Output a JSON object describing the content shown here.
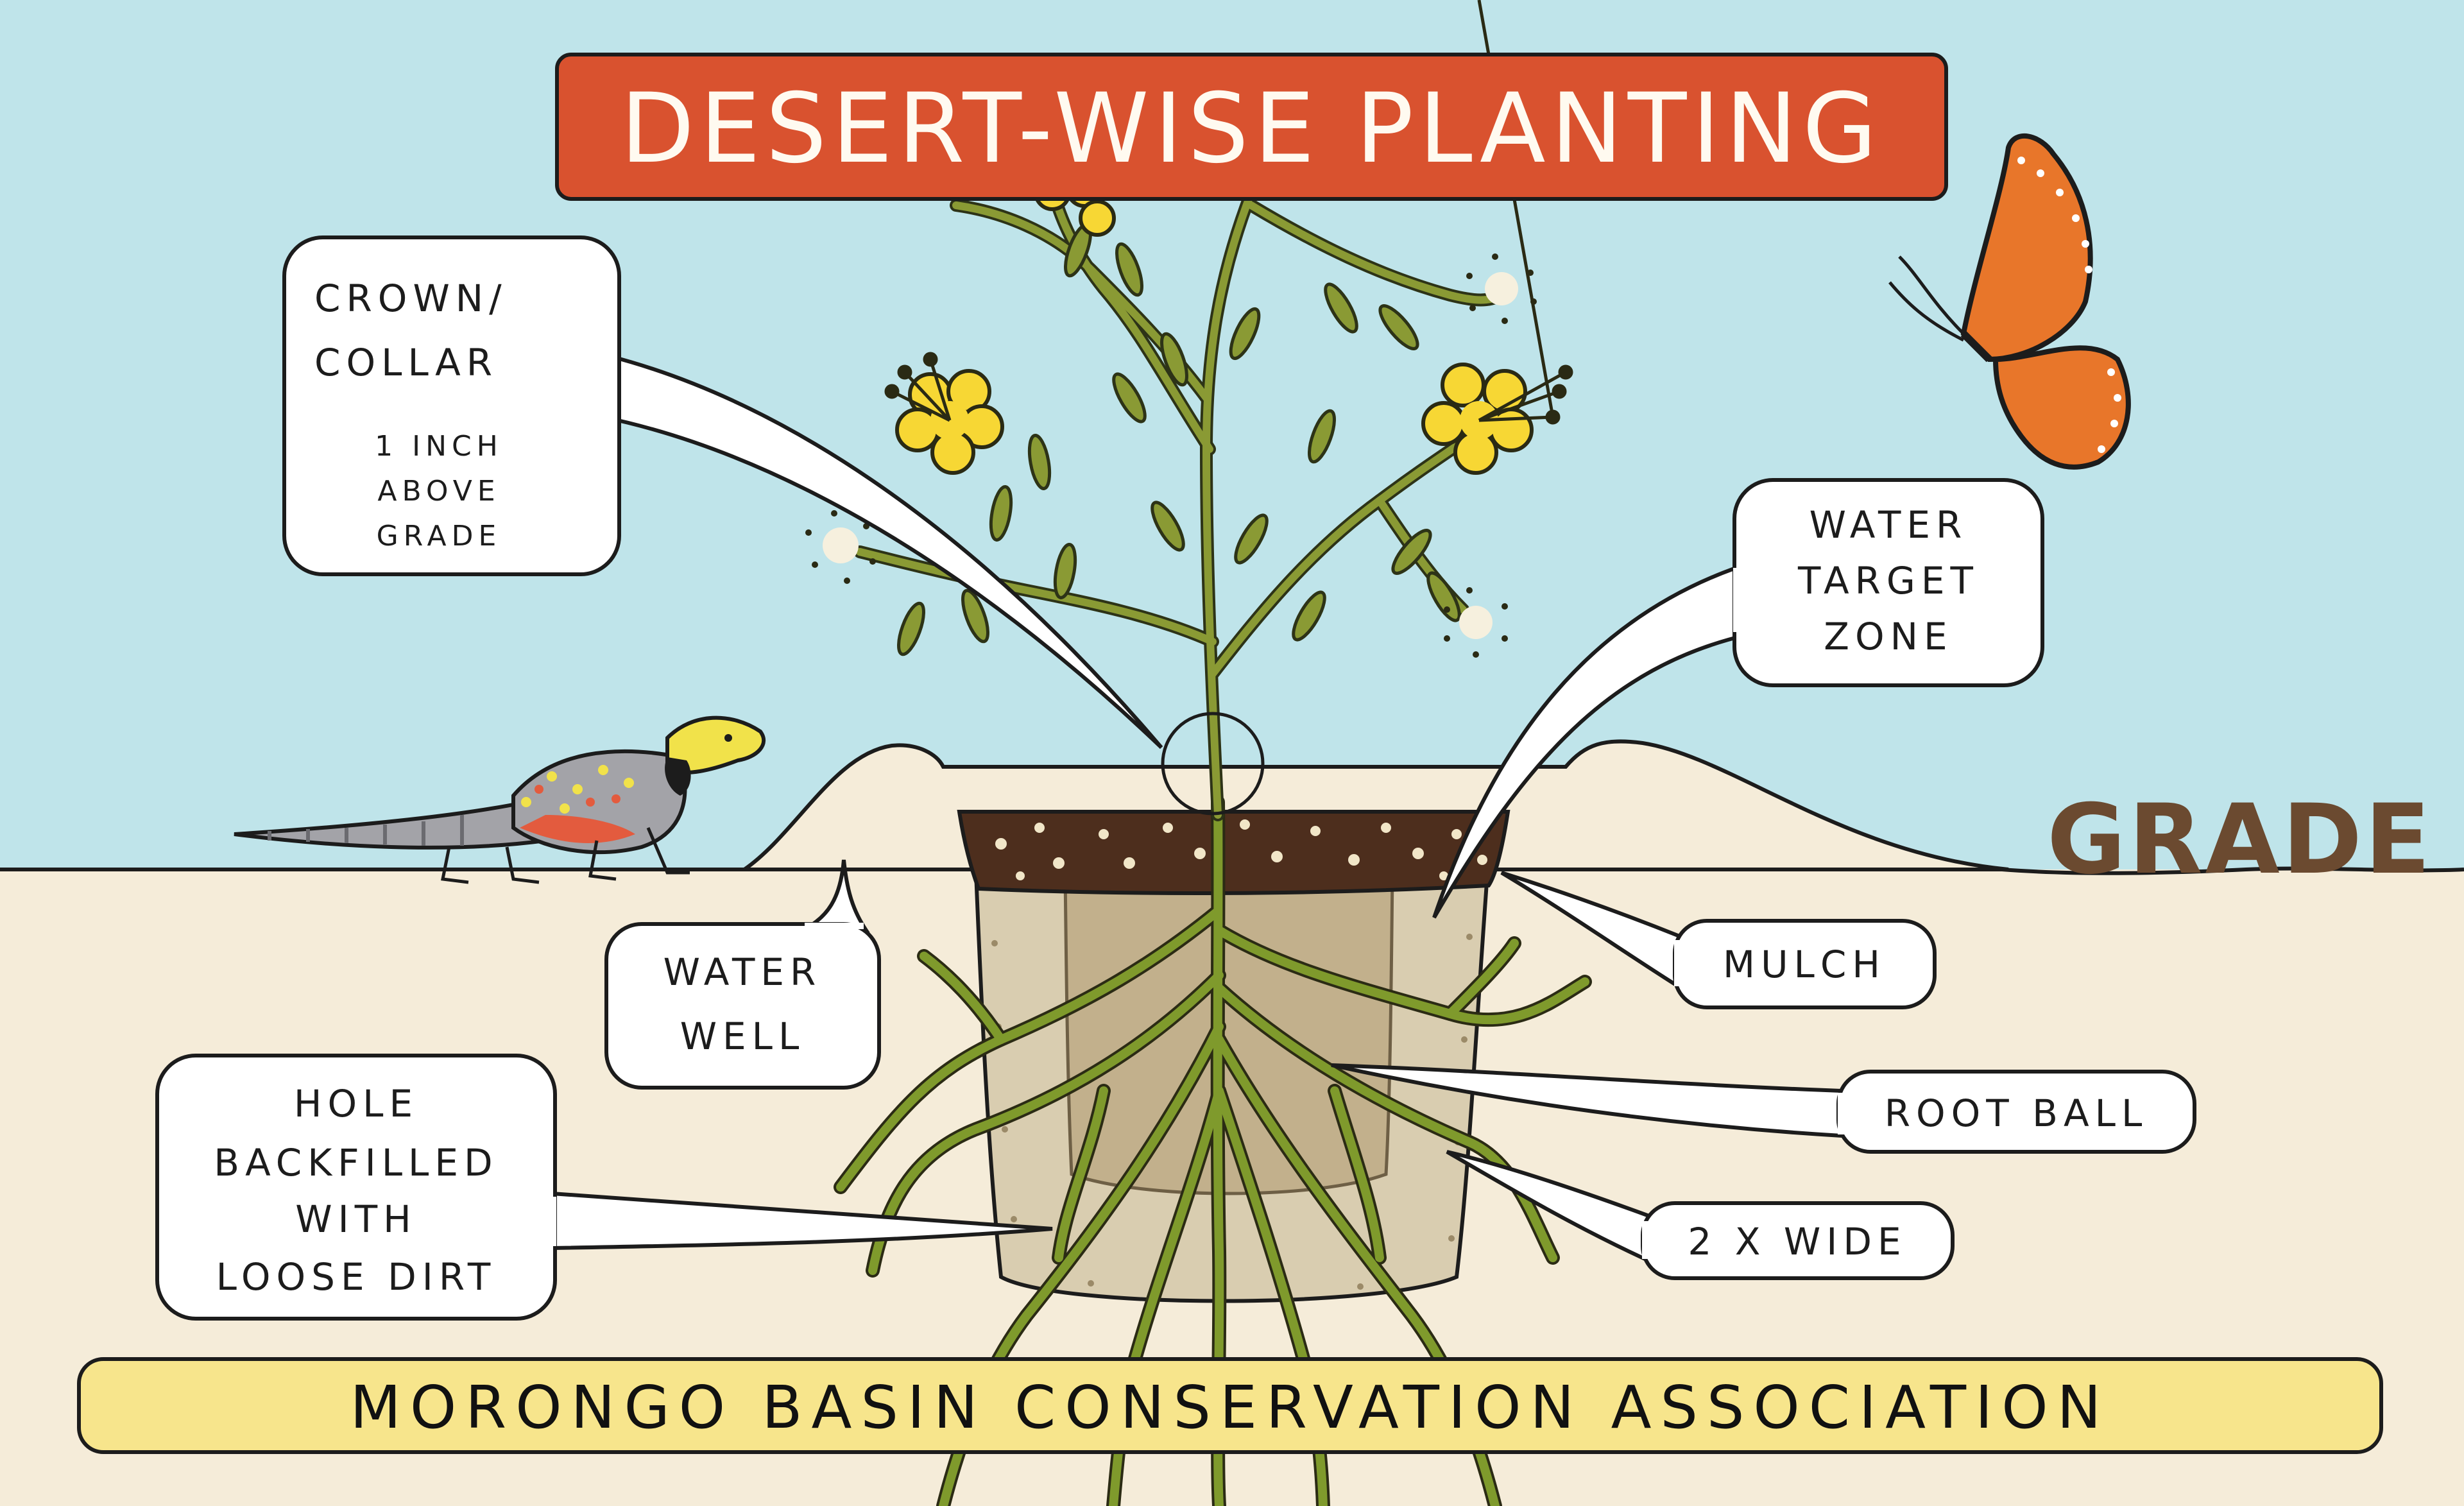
{
  "title": "DESERT-WISE PLANTING",
  "footer": "MORONGO BASIN CONSERVATION ASSOCIATION",
  "grade_label": "GRADE",
  "labels": {
    "crown_title_line1": "CROWN/",
    "crown_title_line2": "COLLAR",
    "crown_note_line1": "1 INCH",
    "crown_note_line2": "ABOVE",
    "crown_note_line3": "GRADE",
    "water_target_line1": "WATER",
    "water_target_line2": "TARGET",
    "water_target_line3": "ZONE",
    "water_well_line1": "WATER",
    "water_well_line2": "WELL",
    "hole_line1": "HOLE",
    "hole_line2": "BACKFILLED",
    "hole_line3": "WITH",
    "hole_line4": "LOOSE DIRT",
    "mulch": "MULCH",
    "root_ball": "ROOT BALL",
    "two_x_wide": "2 X WIDE"
  },
  "colors": {
    "sky": "#bfe4ea",
    "soil": "#f5ecd9",
    "title_banner": "#d9522f",
    "footer_banner": "#f7e58c",
    "mulch": "#4d2e1d",
    "root_ball": "#c2b08c",
    "backfill": "#d9cdb0",
    "grade_text": "#6b4a30",
    "flower": "#f7d734",
    "butterfly": "#e8762a"
  }
}
